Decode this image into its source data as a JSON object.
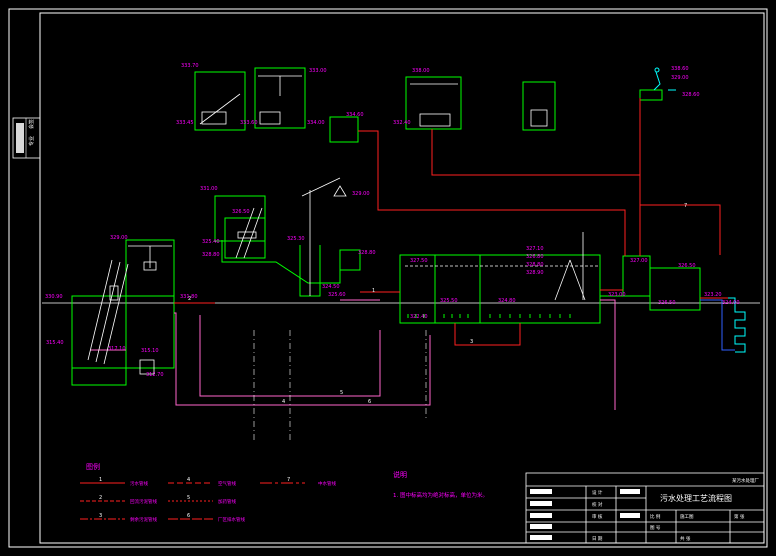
{
  "title": "污水处理工艺流程图",
  "colors": {
    "background": "#000000",
    "frame": "#ffffff",
    "structure": "#00ff00",
    "pipe_red": "#ff2020",
    "pipe_pink": "#ff66cc",
    "equipment": "#ffffff",
    "cyan": "#00ffff",
    "yellow": "#ffff00",
    "magenta": "#ff00ff",
    "blue": "#3060ff"
  },
  "elevations": {
    "e1": "333.70",
    "e2": "333.00",
    "e3": "338.00",
    "e4": "333.45",
    "e5": "333.60",
    "e6": "334.00",
    "e7": "334.60",
    "e8": "332.40",
    "e9": "338.60",
    "e10": "329.00",
    "e11": "328.60",
    "e12": "331.00",
    "e13": "326.50",
    "e14": "325.40",
    "e15": "328.80",
    "e16": "325.30",
    "e17": "329.00",
    "e18": "328.80",
    "e19": "329.00",
    "e20": "330.90",
    "e21": "331.80",
    "e22": "324.50",
    "e23": "325.60",
    "e24": "315.40",
    "e25": "317.10",
    "e26": "315.10",
    "e27": "312.70",
    "e28": "327.10",
    "e29": "326.80",
    "e30": "328.80",
    "e31": "328.90",
    "e32": "322.40",
    "e33": "327.00",
    "e34": "326.50",
    "e35": "326.50",
    "e36": "323.00",
    "e37": "323.20",
    "e38": "324.00",
    "e39": "327.50",
    "e40": "325.50",
    "e41": "324.80"
  },
  "pipe_numbers": [
    "1",
    "2",
    "3",
    "4",
    "5",
    "6",
    "7"
  ],
  "legend": {
    "heading": "图例",
    "items": [
      {
        "num": "1",
        "text": "污水管线"
      },
      {
        "num": "2",
        "text": "回流污泥管线"
      },
      {
        "num": "3",
        "text": "剩余污泥管线"
      },
      {
        "num": "4",
        "text": "空气管线"
      },
      {
        "num": "5",
        "text": "加药管线"
      },
      {
        "num": "6",
        "text": "厂区排水管线"
      },
      {
        "num": "7",
        "text": "中水管线"
      }
    ]
  },
  "notes": {
    "heading": "说明",
    "line1": "1. 图中标高均为绝对标高，单位为米。"
  },
  "title_block": {
    "company": "某污水处理厂",
    "title": "污水处理工艺流程图",
    "r1": "设 计",
    "r2": "校 对",
    "r3": "审 核",
    "r4": "图 号",
    "r5": "比 例",
    "r6": "日 期",
    "stage": "施工图",
    "sheet": "第 张",
    "footer": "共 张"
  },
  "left_strip": {
    "a": "会签",
    "b": "专业"
  }
}
